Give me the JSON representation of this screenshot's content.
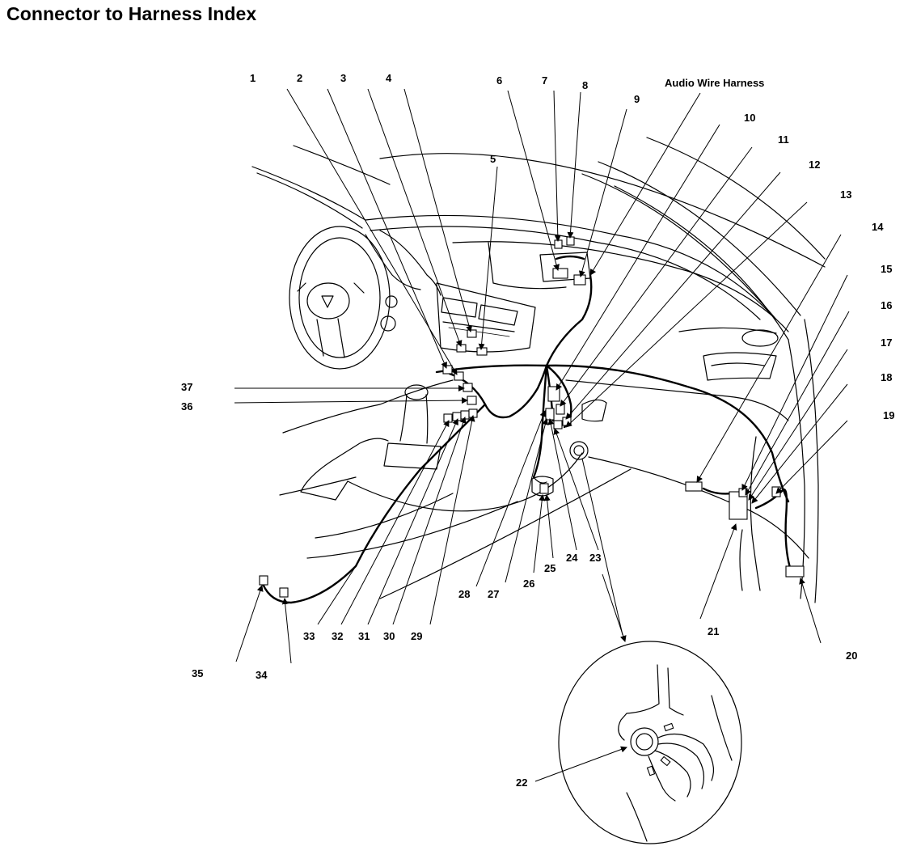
{
  "title": "Connector to Harness Index",
  "harness_label": "Audio Wire Harness",
  "callouts": [
    "1",
    "2",
    "3",
    "4",
    "5",
    "6",
    "7",
    "8",
    "9",
    "10",
    "11",
    "12",
    "13",
    "14",
    "15",
    "16",
    "17",
    "18",
    "19",
    "20",
    "21",
    "22",
    "23",
    "24",
    "25",
    "26",
    "27",
    "28",
    "29",
    "30",
    "31",
    "32",
    "33",
    "34",
    "35",
    "36",
    "37"
  ]
}
